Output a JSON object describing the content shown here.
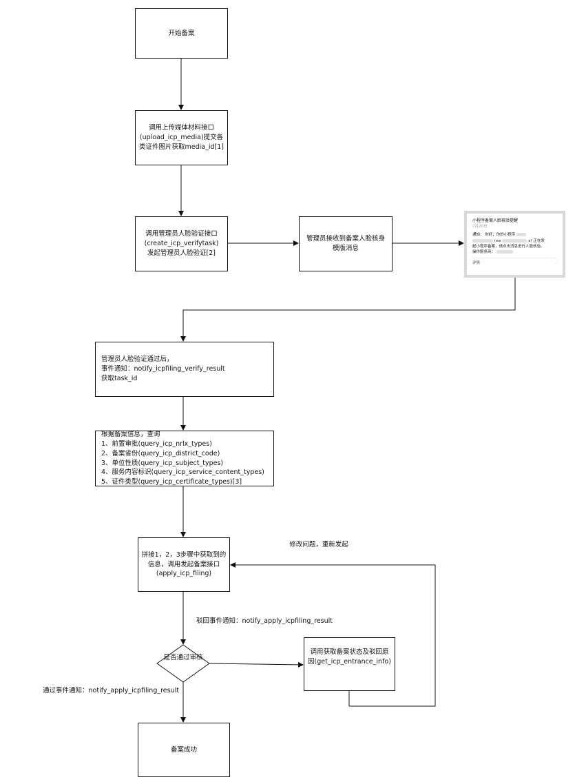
{
  "nodes": {
    "start": {
      "lines": [
        "开始备案"
      ]
    },
    "upload": {
      "lines": [
        "调用上传媒体材料接口",
        "(upload_icp_media)提交各",
        "类证件图片获取media_id[1]"
      ]
    },
    "verify": {
      "lines": [
        "调用管理员人脸验证接口",
        "(create_icp_verifytask)",
        "发起管理员人脸验证[2]"
      ]
    },
    "receive": {
      "lines": [
        "管理员接收到备案人脸核身",
        "模版消息"
      ]
    },
    "verified": {
      "lines": [
        "管理员人脸验证通过后，",
        "事件通知：notify_icpfiling_verify_result",
        "获取task_id"
      ]
    },
    "query": {
      "lines": [
        "根据备案信息，查询",
        "1、前置审批(query_icp_nrlx_types)",
        "2、备案省份(query_icp_district_code)",
        "3、单位性质(query_icp_subject_types)",
        "4、服务内容标识(query_icp_service_content_types)",
        "5、证件类型(query_icp_certificate_types)[3]"
      ]
    },
    "apply": {
      "lines": [
        "拼接1，2，3步骤中获取到的",
        "信息，调用发起备案接口",
        "(apply_icp_filing)"
      ]
    },
    "decision": {
      "lines": [
        "是否通过审",
        "核"
      ]
    },
    "status": {
      "lines": [
        "调用获取备案状态及驳回原",
        "因(get_icp_entrance_info)"
      ]
    },
    "success": {
      "lines": [
        "备案成功"
      ]
    }
  },
  "labels": {
    "modify": {
      "lines": [
        "修改问题，重新",
        "发起"
      ]
    },
    "rejected": {
      "lines": [
        "驳回",
        "事件通知：notify_apply_icpfiling_result"
      ]
    },
    "passed": {
      "lines": [
        "通过",
        "事件通知：notify_apply_icpfiling_result"
      ]
    }
  },
  "notification": {
    "title": "小程序备案人脸核验提醒",
    "date": "7月20日",
    "body_prefix": "通知：  你好，你的小程序",
    "body_mid": "(wx",
    "body_mid2": "a) 正在发",
    "body_line2": "起小程序备案，请点击消息进行人脸核验。",
    "body_line3": "操作服务商：",
    "detail_label": "详情",
    "chevron": "›"
  },
  "colors": {
    "stroke": "#111111",
    "card_border": "#d9d9d9"
  }
}
